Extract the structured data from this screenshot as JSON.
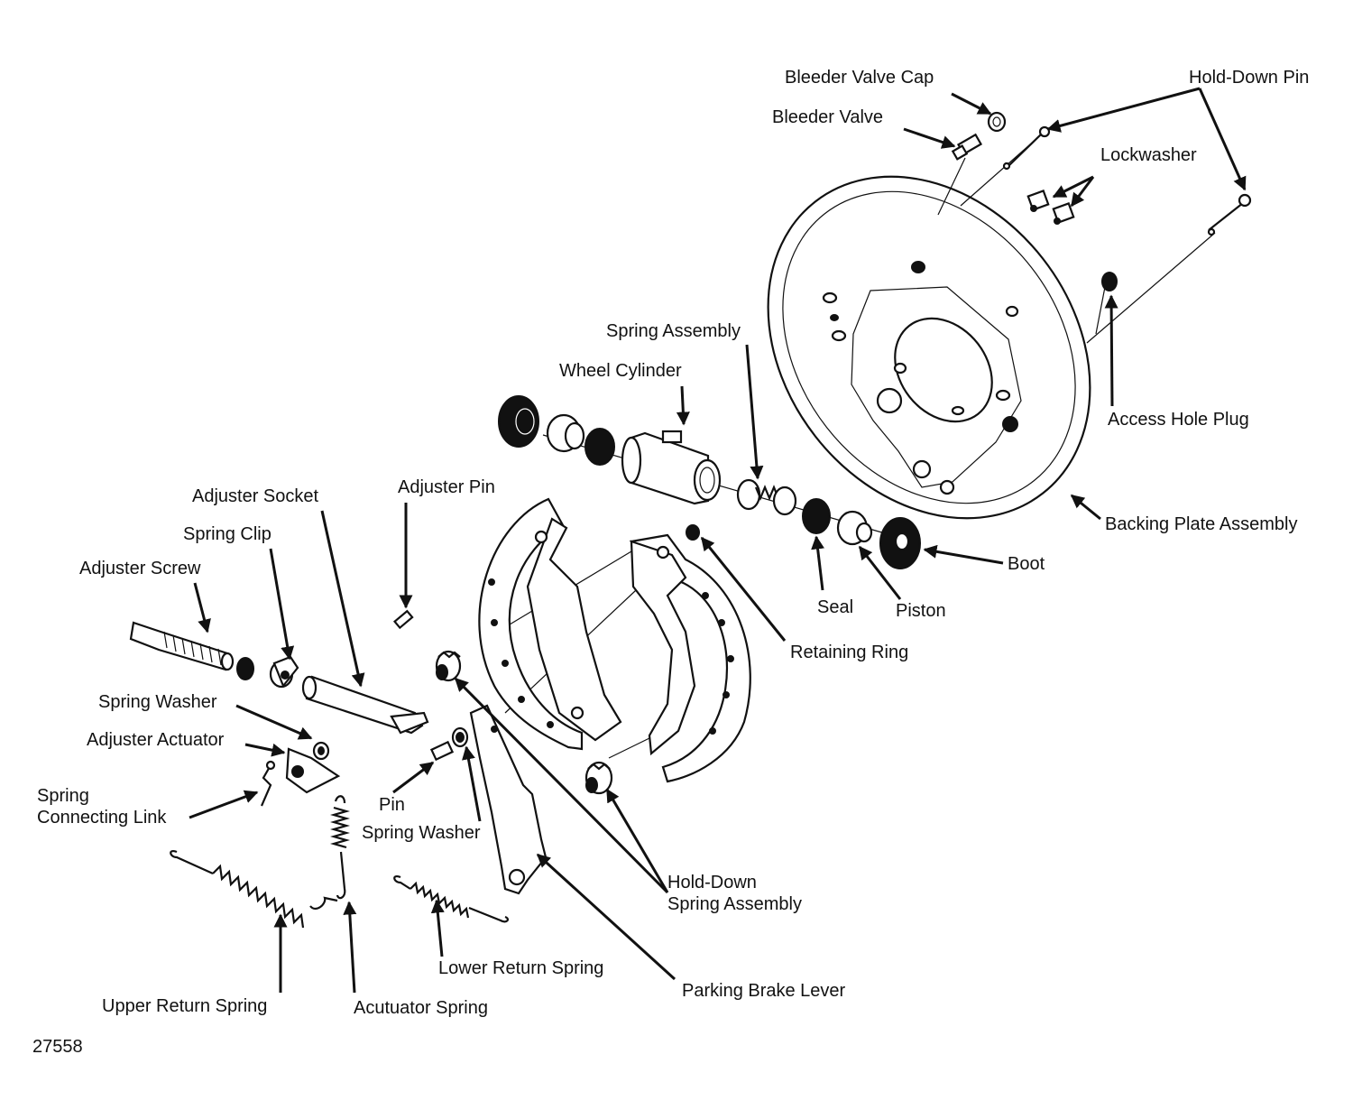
{
  "figure_number": "27558",
  "labels": {
    "bleeder_valve_cap": "Bleeder Valve Cap",
    "hold_down_pin": "Hold-Down Pin",
    "bleeder_valve": "Bleeder Valve",
    "lockwasher": "Lockwasher",
    "spring_assembly": "Spring Assembly",
    "wheel_cylinder": "Wheel Cylinder",
    "access_hole_plug": "Access Hole Plug",
    "adjuster_socket": "Adjuster Socket",
    "adjuster_pin": "Adjuster Pin",
    "backing_plate_assembly": "Backing Plate Assembly",
    "spring_clip": "Spring Clip",
    "boot": "Boot",
    "adjuster_screw": "Adjuster Screw",
    "seal": "Seal",
    "piston": "Piston",
    "retaining_ring": "Retaining Ring",
    "spring_washer_upper": "Spring Washer",
    "adjuster_actuator": "Adjuster Actuator",
    "spring_connecting_link": "Spring\nConnecting Link",
    "pin": "Pin",
    "spring_washer_lower": "Spring Washer",
    "hold_down_spring_assembly": "Hold-Down\nSpring Assembly",
    "lower_return_spring": "Lower Return Spring",
    "parking_brake_lever": "Parking Brake Lever",
    "upper_return_spring": "Upper Return Spring",
    "acutuator_spring": "Acutuator Spring"
  }
}
